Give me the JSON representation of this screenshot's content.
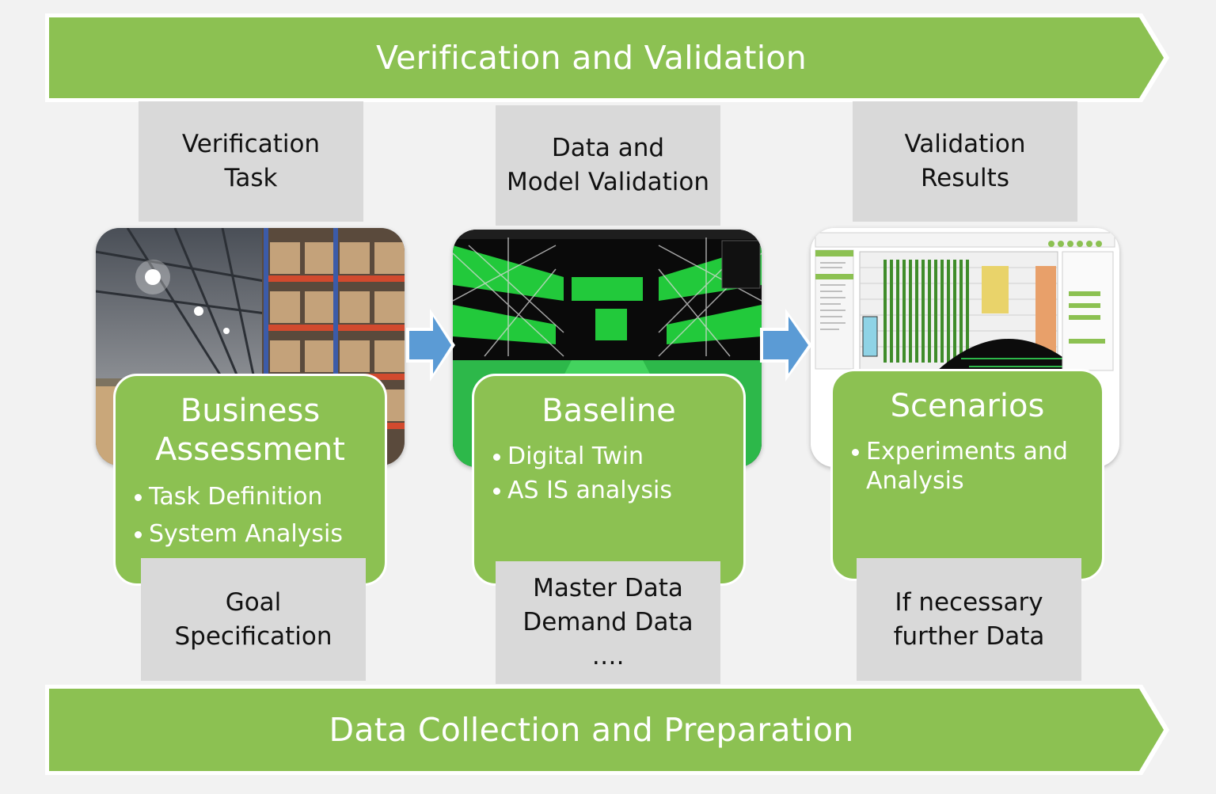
{
  "top_banner": {
    "label": "Verification and Validation"
  },
  "bottom_banner": {
    "label": "Data Collection and Preparation"
  },
  "top_boxes": [
    {
      "lines": [
        "Verification",
        "Task"
      ]
    },
    {
      "lines": [
        "Data and",
        "Model Validation"
      ]
    },
    {
      "lines": [
        "Validation",
        "Results"
      ]
    }
  ],
  "cards": [
    {
      "title_lines": [
        "Business",
        "Assessment"
      ],
      "bullets": [
        "Task Definition",
        "System Analysis"
      ]
    },
    {
      "title_lines": [
        "Baseline"
      ],
      "bullets": [
        "Digital Twin",
        "AS IS analysis"
      ]
    },
    {
      "title_lines": [
        "Scenarios"
      ],
      "bullets": [
        "Experiments and Analysis"
      ]
    }
  ],
  "bottom_boxes": [
    {
      "lines": [
        "Goal",
        "Specification"
      ]
    },
    {
      "lines": [
        "Master Data",
        "Demand Data",
        "…."
      ]
    },
    {
      "lines": [
        "If necessary",
        "further Data"
      ]
    }
  ],
  "colors": {
    "green": "#8cc152",
    "grey_box": "#d9d9d9",
    "arrow_blue": "#5b9bd5",
    "background": "#f2f2f2"
  }
}
